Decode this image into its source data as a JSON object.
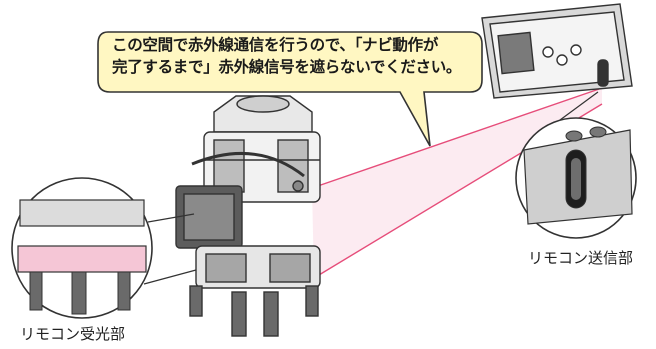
{
  "callout": {
    "line1": "この空間で赤外線通信を行うので、「ナビ動作が",
    "line2": "完了するまで」赤外線信号を遮らないでください。"
  },
  "labels": {
    "receiver": "リモコン受光部",
    "transmitter": "リモコン送信部"
  },
  "colors": {
    "callout_fill": "#fff7c2",
    "ir_beam": "#e64d7a",
    "receiver_highlight": "#f5c6d6",
    "line_art": "#333333",
    "shading": "#9a9a9a"
  }
}
